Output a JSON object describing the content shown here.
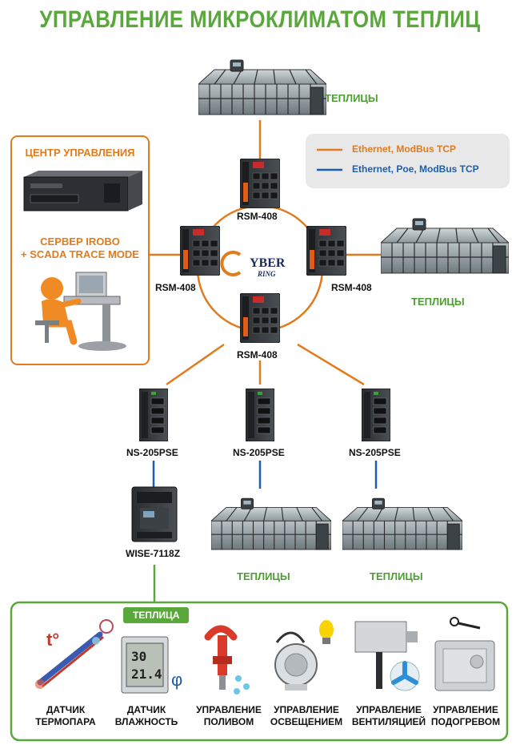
{
  "title": "УПРАВЛЕНИЕ МИКРОКЛИМАТОМ ТЕПЛИЦ",
  "colors": {
    "title": "#5aa83c",
    "ethernet_line": "#e07b1e",
    "poe_line": "#1b5fb0",
    "frame_orange": "#e07b1e",
    "frame_green": "#5aa83c"
  },
  "legend": {
    "ethernet": "Ethernet, ModBus TCP",
    "poe": "Ethernet, Poe, ModBus TCP"
  },
  "control_center": {
    "heading": "ЦЕНТР УПРАВЛЕНИЯ",
    "server_line1": "СЕРВЕР IROBO",
    "server_line2": "+ SCADA TRACE MODE"
  },
  "greenhouses": {
    "top": "ТЕПЛИЦЫ",
    "right": "ТЕПЛИЦЫ",
    "bottom_center": "ТЕПЛИЦЫ",
    "bottom_right": "ТЕПЛИЦЫ"
  },
  "ring": {
    "logo_main": "YBER",
    "logo_sub": "RING",
    "switches": [
      "RSM-408",
      "RSM-408",
      "RSM-408",
      "RSM-408"
    ]
  },
  "poe_switches": [
    "NS-205PSE",
    "NS-205PSE",
    "NS-205PSE"
  ],
  "io_module": "WISE-7118Z",
  "bottom_panel": {
    "tag": "ТЕПЛИЦА",
    "devices": [
      {
        "line1": "ДАТЧИК",
        "line2": "ТЕРМОПАРА",
        "icon": "thermocouple-icon",
        "glyph": "t°"
      },
      {
        "line1": "ДАТЧИК",
        "line2": "ВЛАЖНОСТЬ",
        "icon": "humidity-sensor-icon",
        "display1": "30",
        "display2": "21.4",
        "glyph": "φ"
      },
      {
        "line1": "УПРАВЛЕНИЕ",
        "line2": "ПОЛИВОМ",
        "icon": "sprinkler-icon"
      },
      {
        "line1": "УПРАВЛЕНИЕ",
        "line2": "ОСВЕЩЕНИЕМ",
        "icon": "light-sensor-icon"
      },
      {
        "line1": "УПРАВЛЕНИЕ",
        "line2": "ВЕНТИЛЯЦИЕЙ",
        "icon": "ventilation-icon"
      },
      {
        "line1": "УПРАВЛЕНИЕ",
        "line2": "ПОДОГРЕВОМ",
        "icon": "heating-thermostat-icon"
      }
    ]
  }
}
